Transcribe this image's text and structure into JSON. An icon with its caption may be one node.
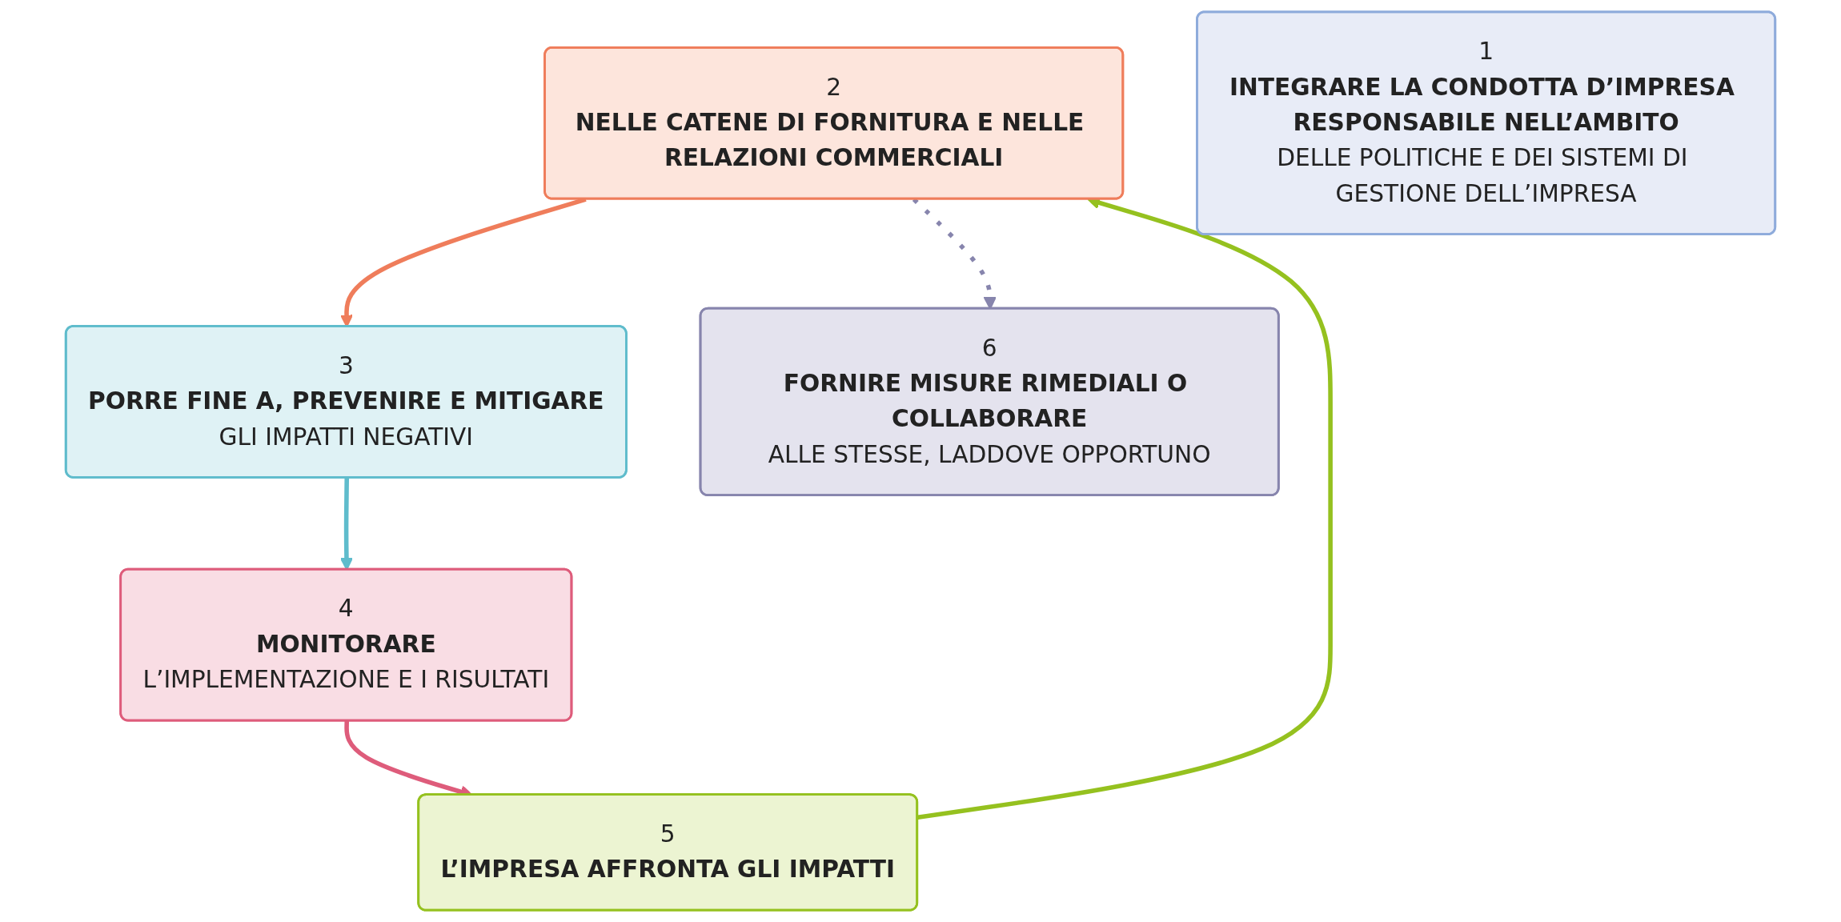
{
  "diagram": {
    "nodes": [
      {
        "text": [
          "1",
          "INTEGRARE LA CONDOTTA D’IMPRESA RESPONSABILE NELL’AMBITO",
          "DELLE POLITICHE E DEI SISTEMI DI GESTIONE DELL’IMPRESA"
        ]
      },
      {
        "text": [
          "2",
          "NELLE CATENE DI FORNITURA E NELLE RELAZIONI COMMERCIALI"
        ]
      },
      {
        "text": [
          "3",
          "PORRE FINE A, PREVENIRE E MITIGARE",
          "GLI IMPATTI NEGATIVI"
        ]
      },
      {
        "text": [
          "4",
          "MONITORARE",
          "L’IMPLEMENTAZIONE E I RISULTATI"
        ]
      },
      {
        "text": [
          "5",
          "L’IMPRESA AFFRONTA GLI IMPATTI"
        ]
      },
      {
        "text": [
          "6",
          "FORNIRE MISURE RIMEDIALI O COLLABORARE",
          "ALLE STESSE, LADDOVE OPPORTUNO"
        ]
      }
    ],
    "edges": [
      {
        "from": 4,
        "to": 1,
        "arrow": "to",
        "color": "#95c11f"
      },
      {
        "from": 1,
        "to": 2,
        "arrow": "to",
        "color": "#ef7d5b"
      },
      {
        "from": 2,
        "to": 3,
        "arrow": "to",
        "color": "#5fbccc"
      },
      {
        "from": 3,
        "to": 4,
        "arrow": "to",
        "color": "#de5c7b"
      },
      {
        "from": 1,
        "to": 5,
        "arrow": "to",
        "style": "dashed",
        "color": "#8785ad"
      }
    ]
  }
}
